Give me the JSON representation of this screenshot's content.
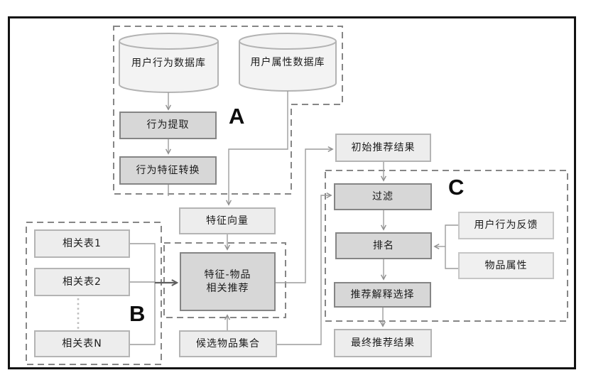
{
  "regions": {
    "a": {
      "label": "A"
    },
    "b": {
      "label": "B"
    },
    "c": {
      "label": "C"
    }
  },
  "nodes": {
    "db_behavior": {
      "label": "用户行为数据库",
      "shape": "cylinder"
    },
    "db_attribute": {
      "label": "用户属性数据库",
      "shape": "cylinder"
    },
    "behavior_extract": {
      "label": "行为提取"
    },
    "behavior_transform": {
      "label": "行为特征转换"
    },
    "feature_vector": {
      "label": "特征向量"
    },
    "rel_table_1": {
      "label": "相关表1"
    },
    "rel_table_2": {
      "label": "相关表2"
    },
    "rel_table_n": {
      "label": "相关表N"
    },
    "feature_item_rec": {
      "line1": "特征-物品",
      "line2": "相关推荐"
    },
    "initial_results": {
      "label": "初始推荐结果"
    },
    "filter": {
      "label": "过滤"
    },
    "ranking": {
      "label": "排名"
    },
    "explanation_select": {
      "label": "推荐解释选择"
    },
    "final_results": {
      "label": "最终推荐结果"
    },
    "candidate_items": {
      "label": "候选物品集合"
    },
    "user_feedback": {
      "label": "用户行为反馈"
    },
    "item_attributes": {
      "label": "物品属性"
    }
  },
  "edges": [
    {
      "from": "db_behavior",
      "to": "behavior_extract"
    },
    {
      "from": "behavior_extract",
      "to": "behavior_transform"
    },
    {
      "from": "behavior_transform",
      "to": "feature_vector"
    },
    {
      "from": "db_attribute",
      "to": "feature_vector"
    },
    {
      "from": "feature_vector",
      "to": "feature_item_rec"
    },
    {
      "from": "rel_table_1",
      "to": "feature_item_rec"
    },
    {
      "from": "rel_table_2",
      "to": "feature_item_rec"
    },
    {
      "from": "rel_table_n",
      "to": "feature_item_rec"
    },
    {
      "from": "candidate_items",
      "to": "feature_item_rec"
    },
    {
      "from": "feature_item_rec",
      "to": "initial_results"
    },
    {
      "from": "initial_results",
      "to": "filter"
    },
    {
      "from": "candidate_items",
      "to": "filter"
    },
    {
      "from": "filter",
      "to": "ranking"
    },
    {
      "from": "user_feedback",
      "to": "ranking"
    },
    {
      "from": "item_attributes",
      "to": "ranking"
    },
    {
      "from": "ranking",
      "to": "explanation_select"
    },
    {
      "from": "explanation_select",
      "to": "final_results"
    }
  ],
  "colors": {
    "frame": "#121212",
    "region_dash": "#868686",
    "process_fill": "#d7d7d7",
    "process_border": "#858585",
    "data_fill": "#ededed",
    "data_border": "#b4b4b4",
    "cylinder_fill": "#f3f3f3",
    "cylinder_border": "#b3b3b3",
    "connector": "#9c9c9c",
    "bold_arrow": "#5f5f5f",
    "text": "#1b1b1b"
  }
}
